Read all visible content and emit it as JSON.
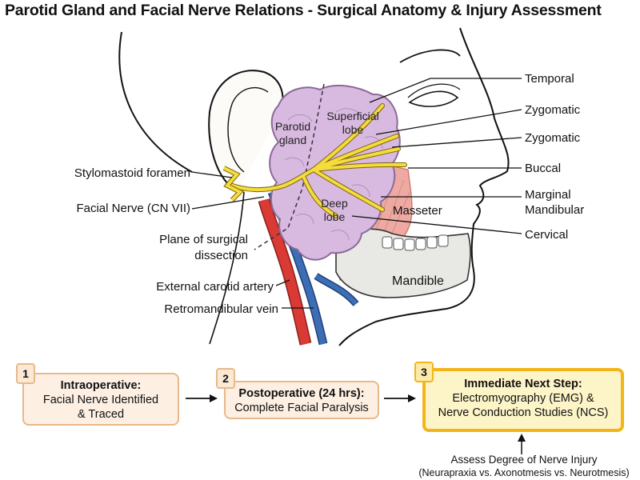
{
  "title": "Parotid Gland and Facial Nerve Relations - Surgical Anatomy & Injury Assessment",
  "left_labels": {
    "stylomastoid": "Stylomastoid foramen",
    "facial_nerve": "Facial Nerve (CN VII)",
    "plane_line1": "Plane of surgical",
    "plane_line2": "dissection",
    "carotid": "External carotid artery",
    "retro": "Retromandibular vein"
  },
  "right_labels": {
    "temporal": "Temporal",
    "zygomatic1": "Zygomatic",
    "zygomatic2": "Zygomatic",
    "buccal": "Buccal",
    "marginal_line1": "Marginal",
    "marginal_line2": "Mandibular",
    "cervical": "Cervical"
  },
  "inner_labels": {
    "parotid_line1": "Parotid",
    "parotid_line2": "gland",
    "superficial_line1": "Superficial",
    "superficial_line2": "lobe",
    "deep_line1": "Deep",
    "deep_line2": "lobe",
    "masseter": "Masseter",
    "mandible": "Mandible"
  },
  "steps": [
    {
      "num": "1",
      "heading": "Intraoperative:",
      "line1": "Facial Nerve Identified",
      "line2": "& Traced"
    },
    {
      "num": "2",
      "heading": "Postoperative (24 hrs):",
      "line1": "Complete Facial Paralysis",
      "line2": ""
    },
    {
      "num": "3",
      "heading": "Immediate Next Step:",
      "line1": "Electromyography (EMG) &",
      "line2": "Nerve Conduction Studies (NCS)"
    }
  ],
  "note": {
    "line1": "Assess Degree of Nerve Injury",
    "line2": "(Neurapraxia vs. Axonotmesis vs. Neurotmesis)"
  },
  "colors": {
    "nerve": "#f5dc3c",
    "artery": "#d93a33",
    "vein": "#3d6eb4",
    "gland": "#d8b9e0",
    "muscle": "#eeaaa2",
    "highlight_border": "#f2b51a"
  }
}
